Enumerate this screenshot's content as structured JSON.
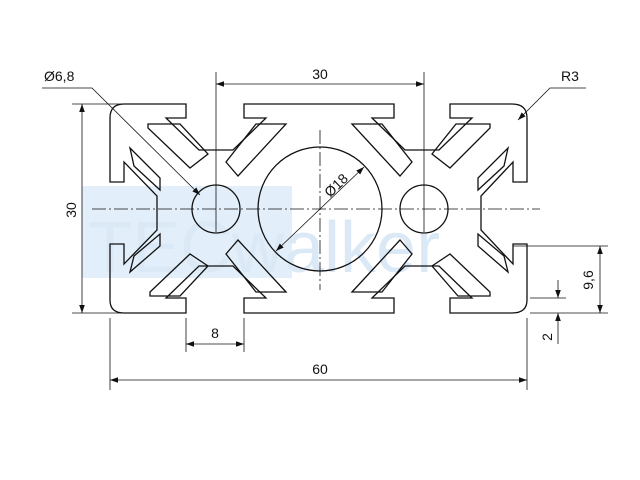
{
  "drawing": {
    "watermark_text": "TECwalker",
    "colors": {
      "line": "#111111",
      "watermark": "#dbe9f7",
      "background": "#ffffff"
    },
    "dimensions": {
      "hole_diameter": "Ø6,8",
      "center_distance": "30",
      "corner_radius": "R3",
      "center_bore": "Ø18",
      "profile_height": "30",
      "slot_width": "8",
      "profile_width": "60",
      "slot_depth": "9,6",
      "slot_lip": "2"
    }
  }
}
